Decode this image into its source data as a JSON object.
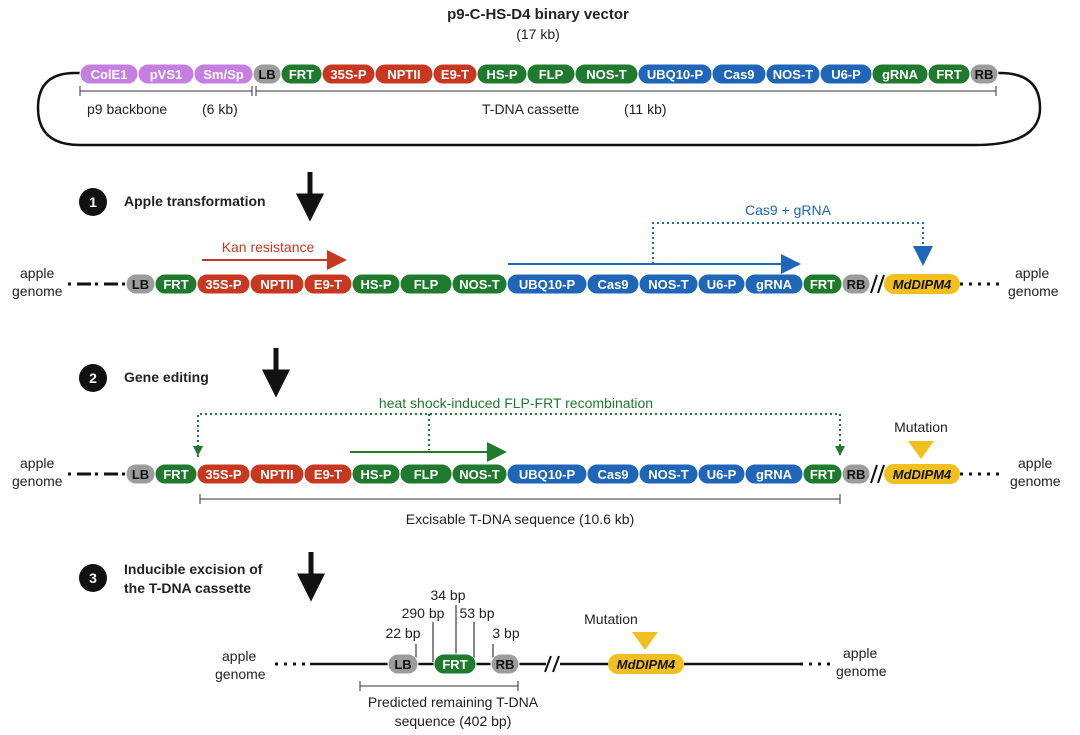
{
  "title": "p9-C-HS-D4 binary vector",
  "size": "(17 kb)",
  "colors": {
    "purple": "#c57fe0",
    "gray": "#9c9c9c",
    "green": "#1f7a2e",
    "red": "#c8371f",
    "blue": "#1f66b8",
    "yellow": "#f2c01e"
  },
  "vector": {
    "segments": [
      {
        "label": "ColE1",
        "color": "purple"
      },
      {
        "label": "pVS1",
        "color": "purple"
      },
      {
        "label": "Sm/Sp",
        "color": "purple"
      },
      {
        "label": "LB",
        "color": "gray"
      },
      {
        "label": "FRT",
        "color": "green"
      },
      {
        "label": "35S-P",
        "color": "red"
      },
      {
        "label": "NPTII",
        "color": "red"
      },
      {
        "label": "E9-T",
        "color": "red"
      },
      {
        "label": "HS-P",
        "color": "green"
      },
      {
        "label": "FLP",
        "color": "green"
      },
      {
        "label": "NOS-T",
        "color": "green"
      },
      {
        "label": "UBQ10-P",
        "color": "blue"
      },
      {
        "label": "Cas9",
        "color": "blue"
      },
      {
        "label": "NOS-T",
        "color": "blue"
      },
      {
        "label": "U6-P",
        "color": "blue"
      },
      {
        "label": "gRNA",
        "color": "green"
      },
      {
        "label": "FRT",
        "color": "green"
      },
      {
        "label": "RB",
        "color": "gray"
      }
    ],
    "backbone_label": "p9 backbone",
    "backbone_size": "(6 kb)",
    "tdna_label": "T-DNA cassette",
    "tdna_size": "(11 kb)"
  },
  "cassette_segments": [
    {
      "label": "LB",
      "color": "gray"
    },
    {
      "label": "FRT",
      "color": "green"
    },
    {
      "label": "35S-P",
      "color": "red"
    },
    {
      "label": "NPTII",
      "color": "red"
    },
    {
      "label": "E9-T",
      "color": "red"
    },
    {
      "label": "HS-P",
      "color": "green"
    },
    {
      "label": "FLP",
      "color": "green"
    },
    {
      "label": "NOS-T",
      "color": "green"
    },
    {
      "label": "UBQ10-P",
      "color": "blue"
    },
    {
      "label": "Cas9",
      "color": "blue"
    },
    {
      "label": "NOS-T",
      "color": "blue"
    },
    {
      "label": "U6-P",
      "color": "blue"
    },
    {
      "label": "gRNA",
      "color": "blue"
    },
    {
      "label": "FRT",
      "color": "green"
    },
    {
      "label": "RB",
      "color": "gray"
    }
  ],
  "gene_label": "MdDIPM4",
  "genome_line1": "apple",
  "genome_line2": "genome",
  "steps": [
    {
      "number": "1",
      "title": "Apple transformation"
    },
    {
      "number": "2",
      "title": "Gene editing"
    },
    {
      "number": "3",
      "title_line1": "Inducible excision of",
      "title_line2": "the T-DNA cassette"
    }
  ],
  "step1": {
    "kan_label": "Kan resistance",
    "cas_label": "Cas9 + gRNA"
  },
  "step2": {
    "recomb_label": "heat shock-induced FLP-FRT recombination",
    "mutation_label": "Mutation",
    "excisable_label": "Excisable T-DNA sequence  (10.6 kb)"
  },
  "step3": {
    "bp_34": "34 bp",
    "bp_290": "290 bp",
    "bp_53": "53 bp",
    "bp_22": "22 bp",
    "bp_3": "3 bp",
    "segments": [
      {
        "label": "LB",
        "color": "gray"
      },
      {
        "label": "FRT",
        "color": "green"
      },
      {
        "label": "RB",
        "color": "gray"
      }
    ],
    "mutation_label": "Mutation",
    "remaining_line1": "Predicted remaining T-DNA",
    "remaining_line2": "sequence  (402 bp)"
  }
}
